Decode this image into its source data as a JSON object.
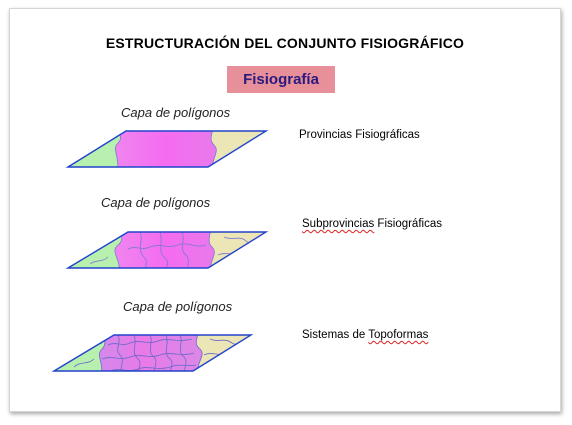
{
  "title": "ESTRUCTURACIÓN DEL CONJUNTO FISIOGRÁFICO",
  "badge": "Fisiografía",
  "colors": {
    "badge_bg": "#e8909a",
    "badge_text": "#2b1a7e",
    "outline": "#2244cc",
    "green": "#b8f0b0",
    "magenta": "#f06ef0",
    "violet": "#c98cf0",
    "cream": "#ece6b6"
  },
  "layers": [
    {
      "label": "Capa de polígonos",
      "desc_parts": [
        "Provincias Fisiográficas"
      ]
    },
    {
      "label": "Capa de polígonos",
      "desc_parts": [
        "Subprovincias",
        " Fisiográficas"
      ]
    },
    {
      "label": "Capa de polígonos",
      "desc_parts": [
        "Sistemas de ",
        "Topoformas"
      ]
    }
  ]
}
